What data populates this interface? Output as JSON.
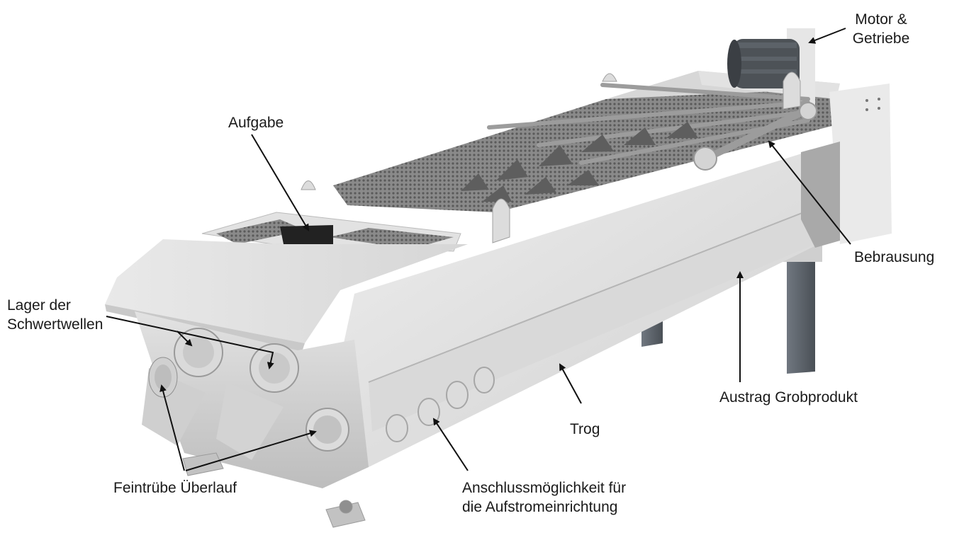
{
  "labels": {
    "motor": {
      "line1": "Motor &",
      "line2": "Getriebe"
    },
    "aufgabe": "Aufgabe",
    "bebrausung": "Bebrausung",
    "lager": {
      "line1": "Lager der",
      "line2": "Schwertwellen"
    },
    "austrag": "Austrag Grobprodukt",
    "trog": "Trog",
    "feintruebe": "Feintrübe Überlauf",
    "anschluss": {
      "line1": "Anschlussmöglichkeit für",
      "line2": "die Aufstromeinrichtung"
    }
  },
  "colors": {
    "steel_light": "#e4e4e4",
    "steel_mid": "#c8c8c8",
    "steel_dark": "#a9a9a9",
    "motor": "#4d5257",
    "legs": "#5b6167",
    "mesh": "#6f6f6f",
    "arrow": "#111111"
  }
}
